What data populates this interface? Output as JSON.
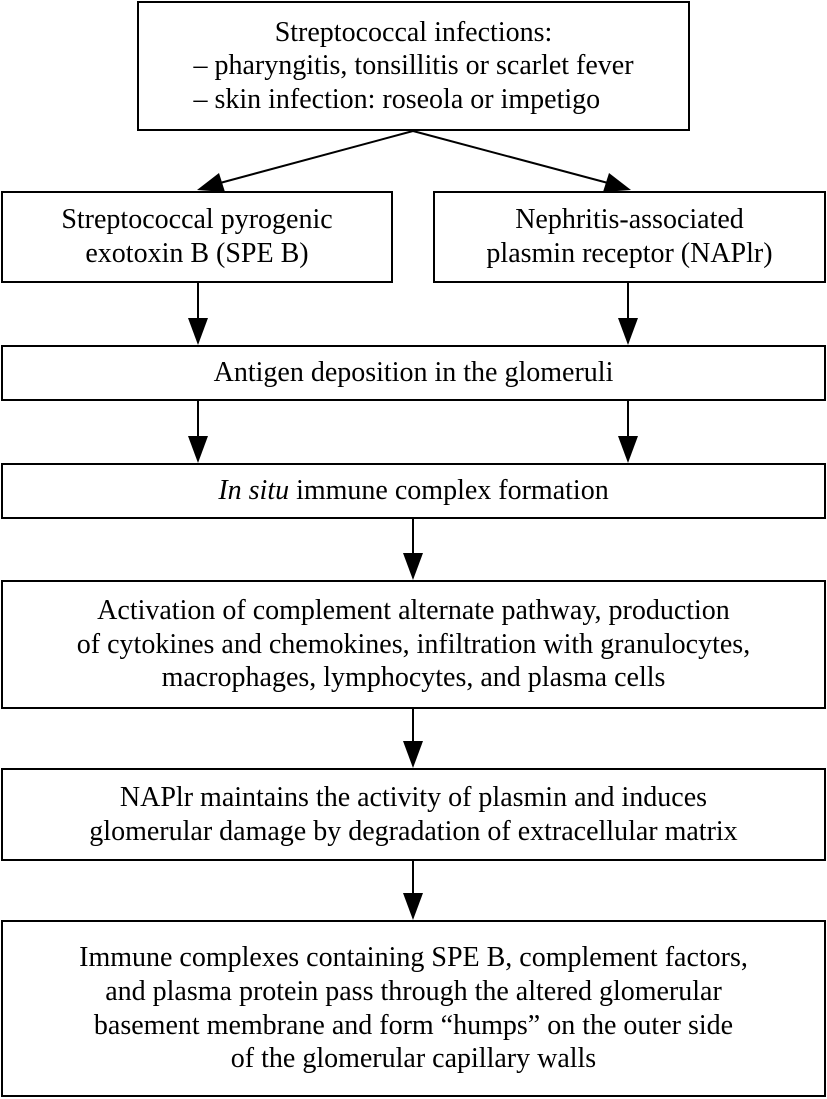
{
  "nodes": {
    "infections": {
      "title": "Streptococcal infections:",
      "lines": [
        "– pharyngitis, tonsillitis or scarlet fever",
        "– skin infection: roseola or impetigo"
      ]
    },
    "speb": {
      "lines": [
        "Streptococcal pyrogenic",
        "exotoxin B (SPE B)"
      ]
    },
    "naplr": {
      "lines": [
        "Nephritis-associated",
        "plasmin receptor (NAPlr)"
      ]
    },
    "deposition": {
      "lines": [
        "Antigen deposition in the glomeruli"
      ]
    },
    "immune_complex": {
      "italic": "In situ",
      "rest": " immune complex formation"
    },
    "activation": {
      "lines": [
        "Activation of complement alternate pathway, production",
        "of cytokines and chemokines, infiltration with granulocytes,",
        "macrophages, lymphocytes, and plasma cells"
      ]
    },
    "plasmin": {
      "lines": [
        "NAPlr maintains the activity of plasmin and induces",
        "glomerular damage by degradation of extracellular matrix"
      ]
    },
    "humps": {
      "lines": [
        "Immune complexes containing SPE B, complement factors,",
        "and plasma protein pass through the altered glomerular",
        "basement membrane and form “humps” on the outer side",
        "of the glomerular capillary walls"
      ]
    }
  }
}
